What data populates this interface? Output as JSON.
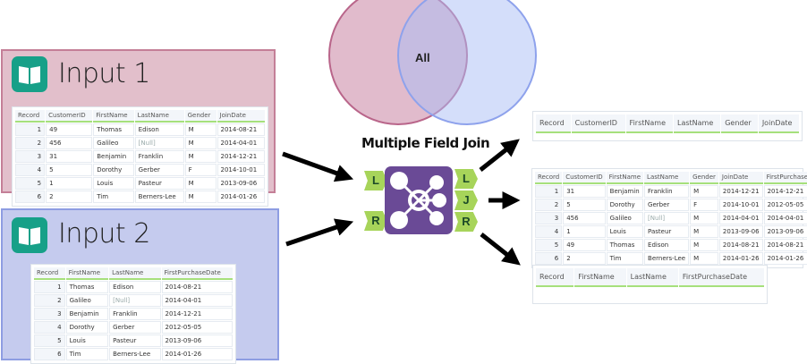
{
  "input1": {
    "title": "Input 1",
    "table": {
      "columns": [
        "Record",
        "CustomerID",
        "FirstName",
        "LastName",
        "Gender",
        "JoinDate"
      ],
      "rows": [
        [
          "1",
          "49",
          "Thomas",
          "Edison",
          "M",
          "2014-08-21"
        ],
        [
          "2",
          "456",
          "Galileo",
          "[Null]",
          "M",
          "2014-04-01"
        ],
        [
          "3",
          "31",
          "Benjamin",
          "Franklin",
          "M",
          "2014-12-21"
        ],
        [
          "4",
          "5",
          "Dorothy",
          "Gerber",
          "F",
          "2014-10-01"
        ],
        [
          "5",
          "1",
          "Louis",
          "Pasteur",
          "M",
          "2013-09-06"
        ],
        [
          "6",
          "2",
          "Tim",
          "Berners-Lee",
          "M",
          "2014-01-26"
        ]
      ]
    }
  },
  "input2": {
    "title": "Input 2",
    "table": {
      "columns": [
        "Record",
        "FirstName",
        "LastName",
        "FirstPurchaseDate"
      ],
      "rows": [
        [
          "1",
          "Thomas",
          "Edison",
          "2014-08-21"
        ],
        [
          "2",
          "Galileo",
          "[Null]",
          "2014-04-01"
        ],
        [
          "3",
          "Benjamin",
          "Franklin",
          "2014-12-21"
        ],
        [
          "4",
          "Dorothy",
          "Gerber",
          "2012-05-05"
        ],
        [
          "5",
          "Louis",
          "Pasteur",
          "2013-09-06"
        ],
        [
          "6",
          "Tim",
          "Berners-Lee",
          "2014-01-26"
        ]
      ]
    }
  },
  "venn": {
    "label": "All",
    "left_color": "#e3bfcf",
    "right_color": "#c9d4f7"
  },
  "tool": {
    "title": "Multiple Field Join",
    "inputs": [
      "L",
      "R"
    ],
    "outputs": [
      "L",
      "J",
      "R"
    ],
    "color": "#6a4a96"
  },
  "output_left": {
    "table": {
      "columns": [
        "Record",
        "CustomerID",
        "FirstName",
        "LastName",
        "Gender",
        "JoinDate"
      ],
      "rows": []
    }
  },
  "output_join": {
    "table": {
      "columns": [
        "Record",
        "CustomerID",
        "FirstName",
        "LastName",
        "Gender",
        "JoinDate",
        "FirstPurchaseDate"
      ],
      "rows": [
        [
          "1",
          "31",
          "Benjamin",
          "Franklin",
          "M",
          "2014-12-21",
          "2014-12-21"
        ],
        [
          "2",
          "5",
          "Dorothy",
          "Gerber",
          "F",
          "2014-10-01",
          "2012-05-05"
        ],
        [
          "3",
          "456",
          "Galileo",
          "[Null]",
          "M",
          "2014-04-01",
          "2014-04-01"
        ],
        [
          "4",
          "1",
          "Louis",
          "Pasteur",
          "M",
          "2013-09-06",
          "2013-09-06"
        ],
        [
          "5",
          "49",
          "Thomas",
          "Edison",
          "M",
          "2014-08-21",
          "2014-08-21"
        ],
        [
          "6",
          "2",
          "Tim",
          "Berners-Lee",
          "M",
          "2014-01-26",
          "2014-01-26"
        ]
      ]
    }
  },
  "output_right": {
    "table": {
      "columns": [
        "Record",
        "FirstName",
        "LastName",
        "FirstPurchaseDate"
      ],
      "rows": []
    }
  }
}
